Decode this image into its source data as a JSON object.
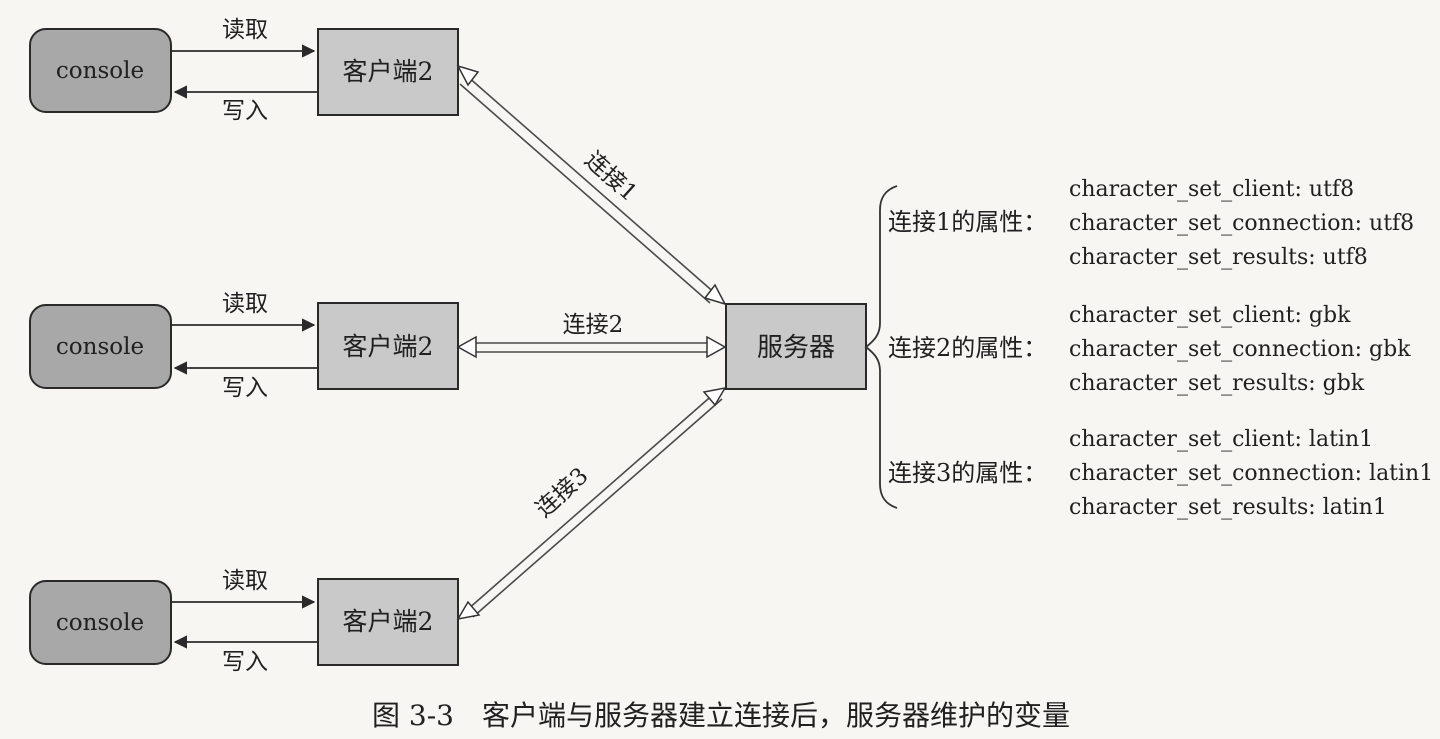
{
  "consoles": [
    {
      "label": "console"
    },
    {
      "label": "console"
    },
    {
      "label": "console"
    }
  ],
  "clients": [
    {
      "label": "客户端2",
      "read": "读取",
      "write": "写入"
    },
    {
      "label": "客户端2",
      "read": "读取",
      "write": "写入"
    },
    {
      "label": "客户端2",
      "read": "读取",
      "write": "写入"
    }
  ],
  "server": {
    "label": "服务器"
  },
  "connections": [
    {
      "label": "连接1"
    },
    {
      "label": "连接2"
    },
    {
      "label": "连接3"
    }
  ],
  "properties": [
    {
      "label": "连接1的属性：",
      "client": "character_set_client: utf8",
      "connection": "character_set_connection: utf8",
      "results": "character_set_results: utf8"
    },
    {
      "label": "连接2的属性：",
      "client": "character_set_client: gbk",
      "connection": "character_set_connection: gbk",
      "results": "character_set_results: gbk"
    },
    {
      "label": "连接3的属性：",
      "client": "character_set_client: latin1",
      "connection": "character_set_connection: latin1",
      "results": "character_set_results: latin1"
    }
  ],
  "caption": "图 3-3　客户端与服务器建立连接后，服务器维护的变量"
}
